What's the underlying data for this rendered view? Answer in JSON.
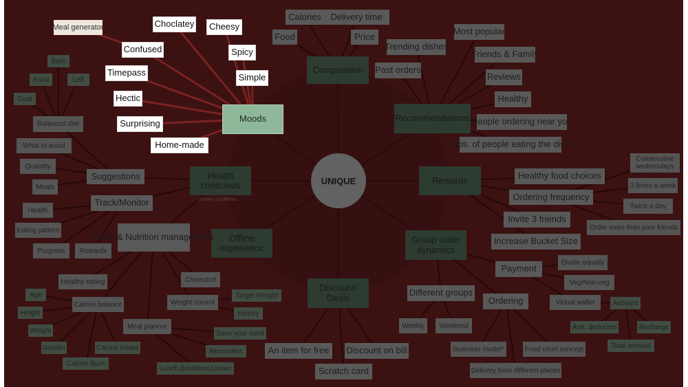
{
  "center": {
    "label": "UNIQUE"
  },
  "health_subtitle": "Dietary Guidelines",
  "colors": {
    "background": "#3c1111",
    "main_node": "#2d3b31",
    "mood_node": "#8fb89a",
    "grey_node": "#595959",
    "mood_edge": "#7a2222"
  },
  "nodes": [
    {
      "id": "comparision",
      "label": "Comparision",
      "parent": "center",
      "kind": "main"
    },
    {
      "id": "recommendations",
      "label": "Recommendations",
      "parent": "center",
      "kind": "main"
    },
    {
      "id": "rewards",
      "label": "Rewards",
      "parent": "center",
      "kind": "main"
    },
    {
      "id": "group",
      "label": "Group order dynamics",
      "parent": "center",
      "kind": "main"
    },
    {
      "id": "discount",
      "label": "Discount/ Deals",
      "parent": "center",
      "kind": "main"
    },
    {
      "id": "offline",
      "label": "Offline experience",
      "parent": "center",
      "kind": "main"
    },
    {
      "id": "health",
      "label": "Health conscious",
      "parent": "center",
      "kind": "main"
    },
    {
      "id": "moods",
      "label": "Moods",
      "parent": "center",
      "kind": "mood-main"
    },
    {
      "id": "mealgen",
      "label": "Meal generator",
      "parent": "confused",
      "kind": "mood-cream"
    },
    {
      "id": "choclatey",
      "label": "Choclatey",
      "parent": "moods",
      "kind": "mood"
    },
    {
      "id": "cheesy",
      "label": "Cheesy",
      "parent": "moods",
      "kind": "mood"
    },
    {
      "id": "confused",
      "label": "Confused",
      "parent": "moods",
      "kind": "mood"
    },
    {
      "id": "spicy",
      "label": "Spicy",
      "parent": "moods",
      "kind": "mood"
    },
    {
      "id": "timepass",
      "label": "Timepass",
      "parent": "moods",
      "kind": "mood"
    },
    {
      "id": "simple",
      "label": "Simple",
      "parent": "moods",
      "kind": "mood"
    },
    {
      "id": "hectic",
      "label": "Hectic",
      "parent": "moods",
      "kind": "mood"
    },
    {
      "id": "surprising",
      "label": "Surprising",
      "parent": "moods",
      "kind": "mood"
    },
    {
      "id": "homemade",
      "label": "Home-made",
      "parent": "moods",
      "kind": "mood"
    },
    {
      "id": "calories",
      "label": "Calories",
      "parent": "comparision",
      "kind": "grey"
    },
    {
      "id": "deliverytime",
      "label": "Delivery time",
      "parent": "comparision",
      "kind": "grey"
    },
    {
      "id": "food",
      "label": "Food",
      "parent": "comparision",
      "kind": "grey"
    },
    {
      "id": "price",
      "label": "Price",
      "parent": "comparision",
      "kind": "grey"
    },
    {
      "id": "trending",
      "label": "Trending dishes",
      "parent": "recommendations",
      "kind": "grey"
    },
    {
      "id": "popular",
      "label": "Most popular",
      "parent": "recommendations",
      "kind": "grey"
    },
    {
      "id": "past",
      "label": "Past orders",
      "parent": "recommendations",
      "kind": "grey"
    },
    {
      "id": "friends",
      "label": "Friends & Family",
      "parent": "recommendations",
      "kind": "grey"
    },
    {
      "id": "reviews",
      "label": "Reviews",
      "parent": "recommendations",
      "kind": "grey"
    },
    {
      "id": "healthy",
      "label": "Healthy",
      "parent": "recommendations",
      "kind": "grey"
    },
    {
      "id": "nearyou",
      "label": "People ordering near you",
      "parent": "recommendations",
      "kind": "grey"
    },
    {
      "id": "nos",
      "label": "Nos. of people eating the dish",
      "parent": "recommendations",
      "kind": "grey"
    },
    {
      "id": "hfc",
      "label": "Healthy food choices",
      "parent": "rewards",
      "kind": "grey"
    },
    {
      "id": "freq",
      "label": "Ordering frequency",
      "parent": "rewards",
      "kind": "grey"
    },
    {
      "id": "invite",
      "label": "Invite 3 friends",
      "parent": "rewards",
      "kind": "grey"
    },
    {
      "id": "bucket",
      "label": "Increase Bucket Size",
      "parent": "rewards",
      "kind": "grey"
    },
    {
      "id": "consec",
      "label": "Consecutive wednesdays",
      "parent": "freq",
      "kind": "grey-s"
    },
    {
      "id": "threetimes",
      "label": "3 times a week",
      "parent": "freq",
      "kind": "grey-s"
    },
    {
      "id": "twice",
      "label": "Twice a day",
      "parent": "freq",
      "kind": "grey-s"
    },
    {
      "id": "ordermore",
      "label": "Order more than your friends",
      "parent": "freq",
      "kind": "grey-s"
    },
    {
      "id": "payment",
      "label": "Payment",
      "parent": "group",
      "kind": "grey"
    },
    {
      "id": "diffgroups",
      "label": "Different groups",
      "parent": "group",
      "kind": "grey"
    },
    {
      "id": "ordering",
      "label": "Ordering",
      "parent": "group",
      "kind": "grey"
    },
    {
      "id": "divide",
      "label": "Divide equally",
      "parent": "payment",
      "kind": "grey-s"
    },
    {
      "id": "vegnon",
      "label": "Veg/Non-veg",
      "parent": "payment",
      "kind": "grey-s"
    },
    {
      "id": "wallet",
      "label": "Virtual wallet",
      "parent": "payment",
      "kind": "grey-s"
    },
    {
      "id": "account",
      "label": "Account",
      "parent": "wallet",
      "kind": "green-s"
    },
    {
      "id": "amt",
      "label": "Amt. deducted",
      "parent": "account",
      "kind": "green-s"
    },
    {
      "id": "recharge",
      "label": "Recharge",
      "parent": "account",
      "kind": "green-s"
    },
    {
      "id": "total",
      "label": "Total amount",
      "parent": "account",
      "kind": "green-s"
    },
    {
      "id": "weekly",
      "label": "Weekly",
      "parent": "diffgroups",
      "kind": "grey-s"
    },
    {
      "id": "weekend",
      "label": "Weekend",
      "parent": "diffgroups",
      "kind": "grey-s"
    },
    {
      "id": "business",
      "label": "Business model*",
      "parent": "ordering",
      "kind": "grey-s"
    },
    {
      "id": "foodcourt",
      "label": "Food court concept",
      "parent": "ordering",
      "kind": "grey-s"
    },
    {
      "id": "delivery",
      "label": "Delivery from different places",
      "parent": "ordering",
      "kind": "grey-s"
    },
    {
      "id": "itemfree",
      "label": "An item for free",
      "parent": "discount",
      "kind": "grey"
    },
    {
      "id": "discbill",
      "label": "Discount on bill",
      "parent": "discount",
      "kind": "grey"
    },
    {
      "id": "scratch",
      "label": "Scratch card",
      "parent": "discount",
      "kind": "grey"
    },
    {
      "id": "suggestions",
      "label": "Suggestions",
      "parent": "health",
      "kind": "grey"
    },
    {
      "id": "track",
      "label": "Track/Monitor",
      "parent": "health",
      "kind": "grey"
    },
    {
      "id": "fnm",
      "label": "Food & Nutrition management",
      "parent": "health",
      "kind": "grey"
    },
    {
      "id": "balanced",
      "label": "Balanced diet",
      "parent": "suggestions",
      "kind": "grey-s"
    },
    {
      "id": "avoid",
      "label": "What to avoid",
      "parent": "suggestions",
      "kind": "grey-s"
    },
    {
      "id": "quantity",
      "label": "Quantity",
      "parent": "suggestions",
      "kind": "grey-s"
    },
    {
      "id": "meals",
      "label": "Meals",
      "parent": "suggestions",
      "kind": "grey-s"
    },
    {
      "id": "burn",
      "label": "Burn",
      "parent": "balanced",
      "kind": "green-s"
    },
    {
      "id": "bfood",
      "label": "Food",
      "parent": "balanced",
      "kind": "green-s"
    },
    {
      "id": "left",
      "label": "Left",
      "parent": "balanced",
      "kind": "green-s"
    },
    {
      "id": "goal",
      "label": "Goal",
      "parent": "balanced",
      "kind": "green-s"
    },
    {
      "id": "thealth",
      "label": "Health",
      "parent": "track",
      "kind": "grey-s"
    },
    {
      "id": "eating",
      "label": "Eating pattern",
      "parent": "track",
      "kind": "grey-s"
    },
    {
      "id": "progress",
      "label": "Progress",
      "parent": "track",
      "kind": "grey-s"
    },
    {
      "id": "trewards",
      "label": "Rewards",
      "parent": "track",
      "kind": "grey-s"
    },
    {
      "id": "heating",
      "label": "Healthy eating",
      "parent": "fnm",
      "kind": "grey-s"
    },
    {
      "id": "calbal",
      "label": "Calorie balance",
      "parent": "fnm",
      "kind": "grey-s"
    },
    {
      "id": "cholestrol",
      "label": "Cholestrol",
      "parent": "fnm",
      "kind": "grey-s"
    },
    {
      "id": "weightctl",
      "label": "Weight control",
      "parent": "fnm",
      "kind": "grey-s"
    },
    {
      "id": "mealplan",
      "label": "Meal planner",
      "parent": "fnm",
      "kind": "grey-s"
    },
    {
      "id": "age",
      "label": "Age",
      "parent": "calbal",
      "kind": "green-s"
    },
    {
      "id": "height",
      "label": "Height",
      "parent": "calbal",
      "kind": "green-s"
    },
    {
      "id": "weight",
      "label": "Weight",
      "parent": "calbal",
      "kind": "green-s"
    },
    {
      "id": "gender",
      "label": "Gender",
      "parent": "calbal",
      "kind": "green-s"
    },
    {
      "id": "calburn",
      "label": "Calorie Burn",
      "parent": "calbal",
      "kind": "green-s"
    },
    {
      "id": "calintake",
      "label": "Calorie Intake",
      "parent": "calbal",
      "kind": "green-s"
    },
    {
      "id": "target",
      "label": "Target Weight",
      "parent": "weightctl",
      "kind": "green-s"
    },
    {
      "id": "history",
      "label": "History",
      "parent": "weightctl",
      "kind": "green-s"
    },
    {
      "id": "save",
      "label": "Save your meal",
      "parent": "mealplan",
      "kind": "green-s"
    },
    {
      "id": "reminders",
      "label": "Reminders",
      "parent": "mealplan",
      "kind": "green-s"
    },
    {
      "id": "lbd",
      "label": "Lunch,Breakfast,Dinner",
      "parent": "mealplan",
      "kind": "green-s"
    }
  ]
}
